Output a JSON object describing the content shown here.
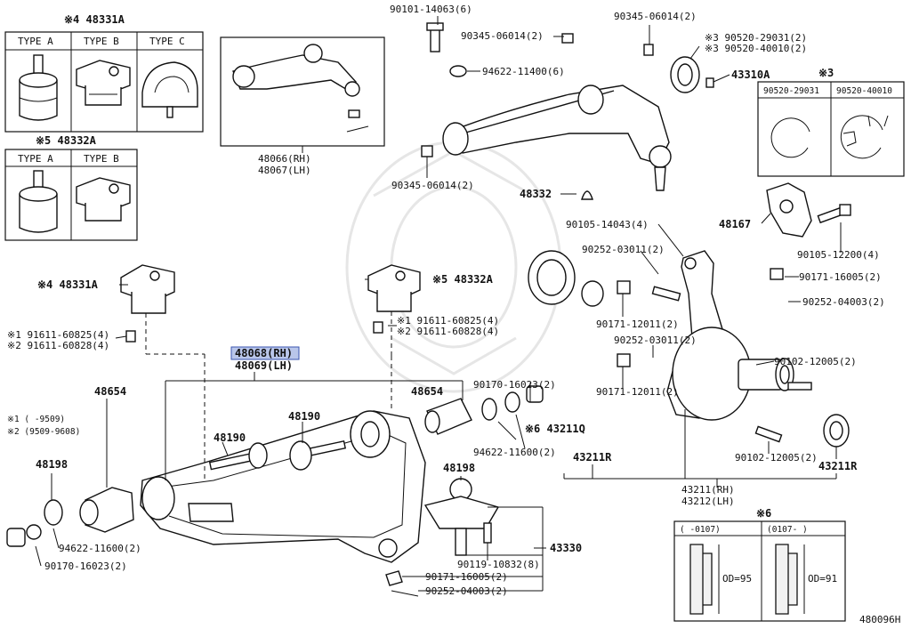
{
  "diagram_id": "480096H",
  "box_48331A": {
    "mark": "※4",
    "part": "48331A",
    "types": [
      "TYPE A",
      "TYPE B",
      "TYPE C"
    ]
  },
  "box_48332A": {
    "mark": "※5",
    "part": "48332A",
    "types": [
      "TYPE A",
      "TYPE B"
    ]
  },
  "box_note3": {
    "mark": "※3",
    "parts": [
      "90520-29031",
      "90520-40010"
    ]
  },
  "box_note6": {
    "mark": "※6",
    "ranges": [
      "(      -0107)",
      "(0107-      )"
    ],
    "od": [
      "OD=95",
      "OD=91"
    ]
  },
  "legend": {
    "n1": "※1 (      -9509)",
    "n2": "※2 (9509-9608)"
  },
  "upper_arm_label": {
    "rh": "48066(RH)",
    "lh": "48067(LH)"
  },
  "highlight": {
    "rh": "48068(RH)",
    "lh": "48069(LH)"
  },
  "knuckle_label": {
    "rh": "43211(RH)",
    "lh": "43212(LH)"
  },
  "labels": {
    "l1": "90101-14063(6)",
    "l2": "90345-06014(2)",
    "l3": "90345-06014(2)",
    "l4": "※3 90520-29031(2)",
    "l5": "※3 90520-40010(2)",
    "l6": "94622-11400(6)",
    "l7": "43310A",
    "l8": "90345-06014(2)",
    "l9": "48332",
    "l10": "90105-14043(4)",
    "l11": "48167",
    "l12": "90105-12200(4)",
    "l13": "90252-03011(2)",
    "l14": "90171-16005(2)",
    "l15": "90252-04003(2)",
    "l16": "90171-12011(2)",
    "l17": "90252-03011(2)",
    "l18": "90171-12011(2)",
    "l19": "90102-12005(2)",
    "l20": "90102-12005(2)",
    "l21": "43211R",
    "l22": "43211R",
    "l23": "※4 48331A",
    "l24": "※5 48332A",
    "l25": "※1 91611-60825(4)",
    "l26": "※2 91611-60828(4)",
    "l27": "※1 91611-60825(4)",
    "l28": "※2 91611-60828(4)",
    "l29": "48654",
    "l30": "48654",
    "l31": "90170-16023(2)",
    "l32": "※6 43211Q",
    "l33": "48190",
    "l34": "48190",
    "l35": "48198",
    "l36": "48198",
    "l37": "94622-11600(2)",
    "l38": "94622-11600(2)",
    "l39": "90170-16023(2)",
    "l40": "43330",
    "l41": "90119-10832(8)",
    "l42": "90171-16005(2)",
    "l43": "90252-04003(2)"
  }
}
